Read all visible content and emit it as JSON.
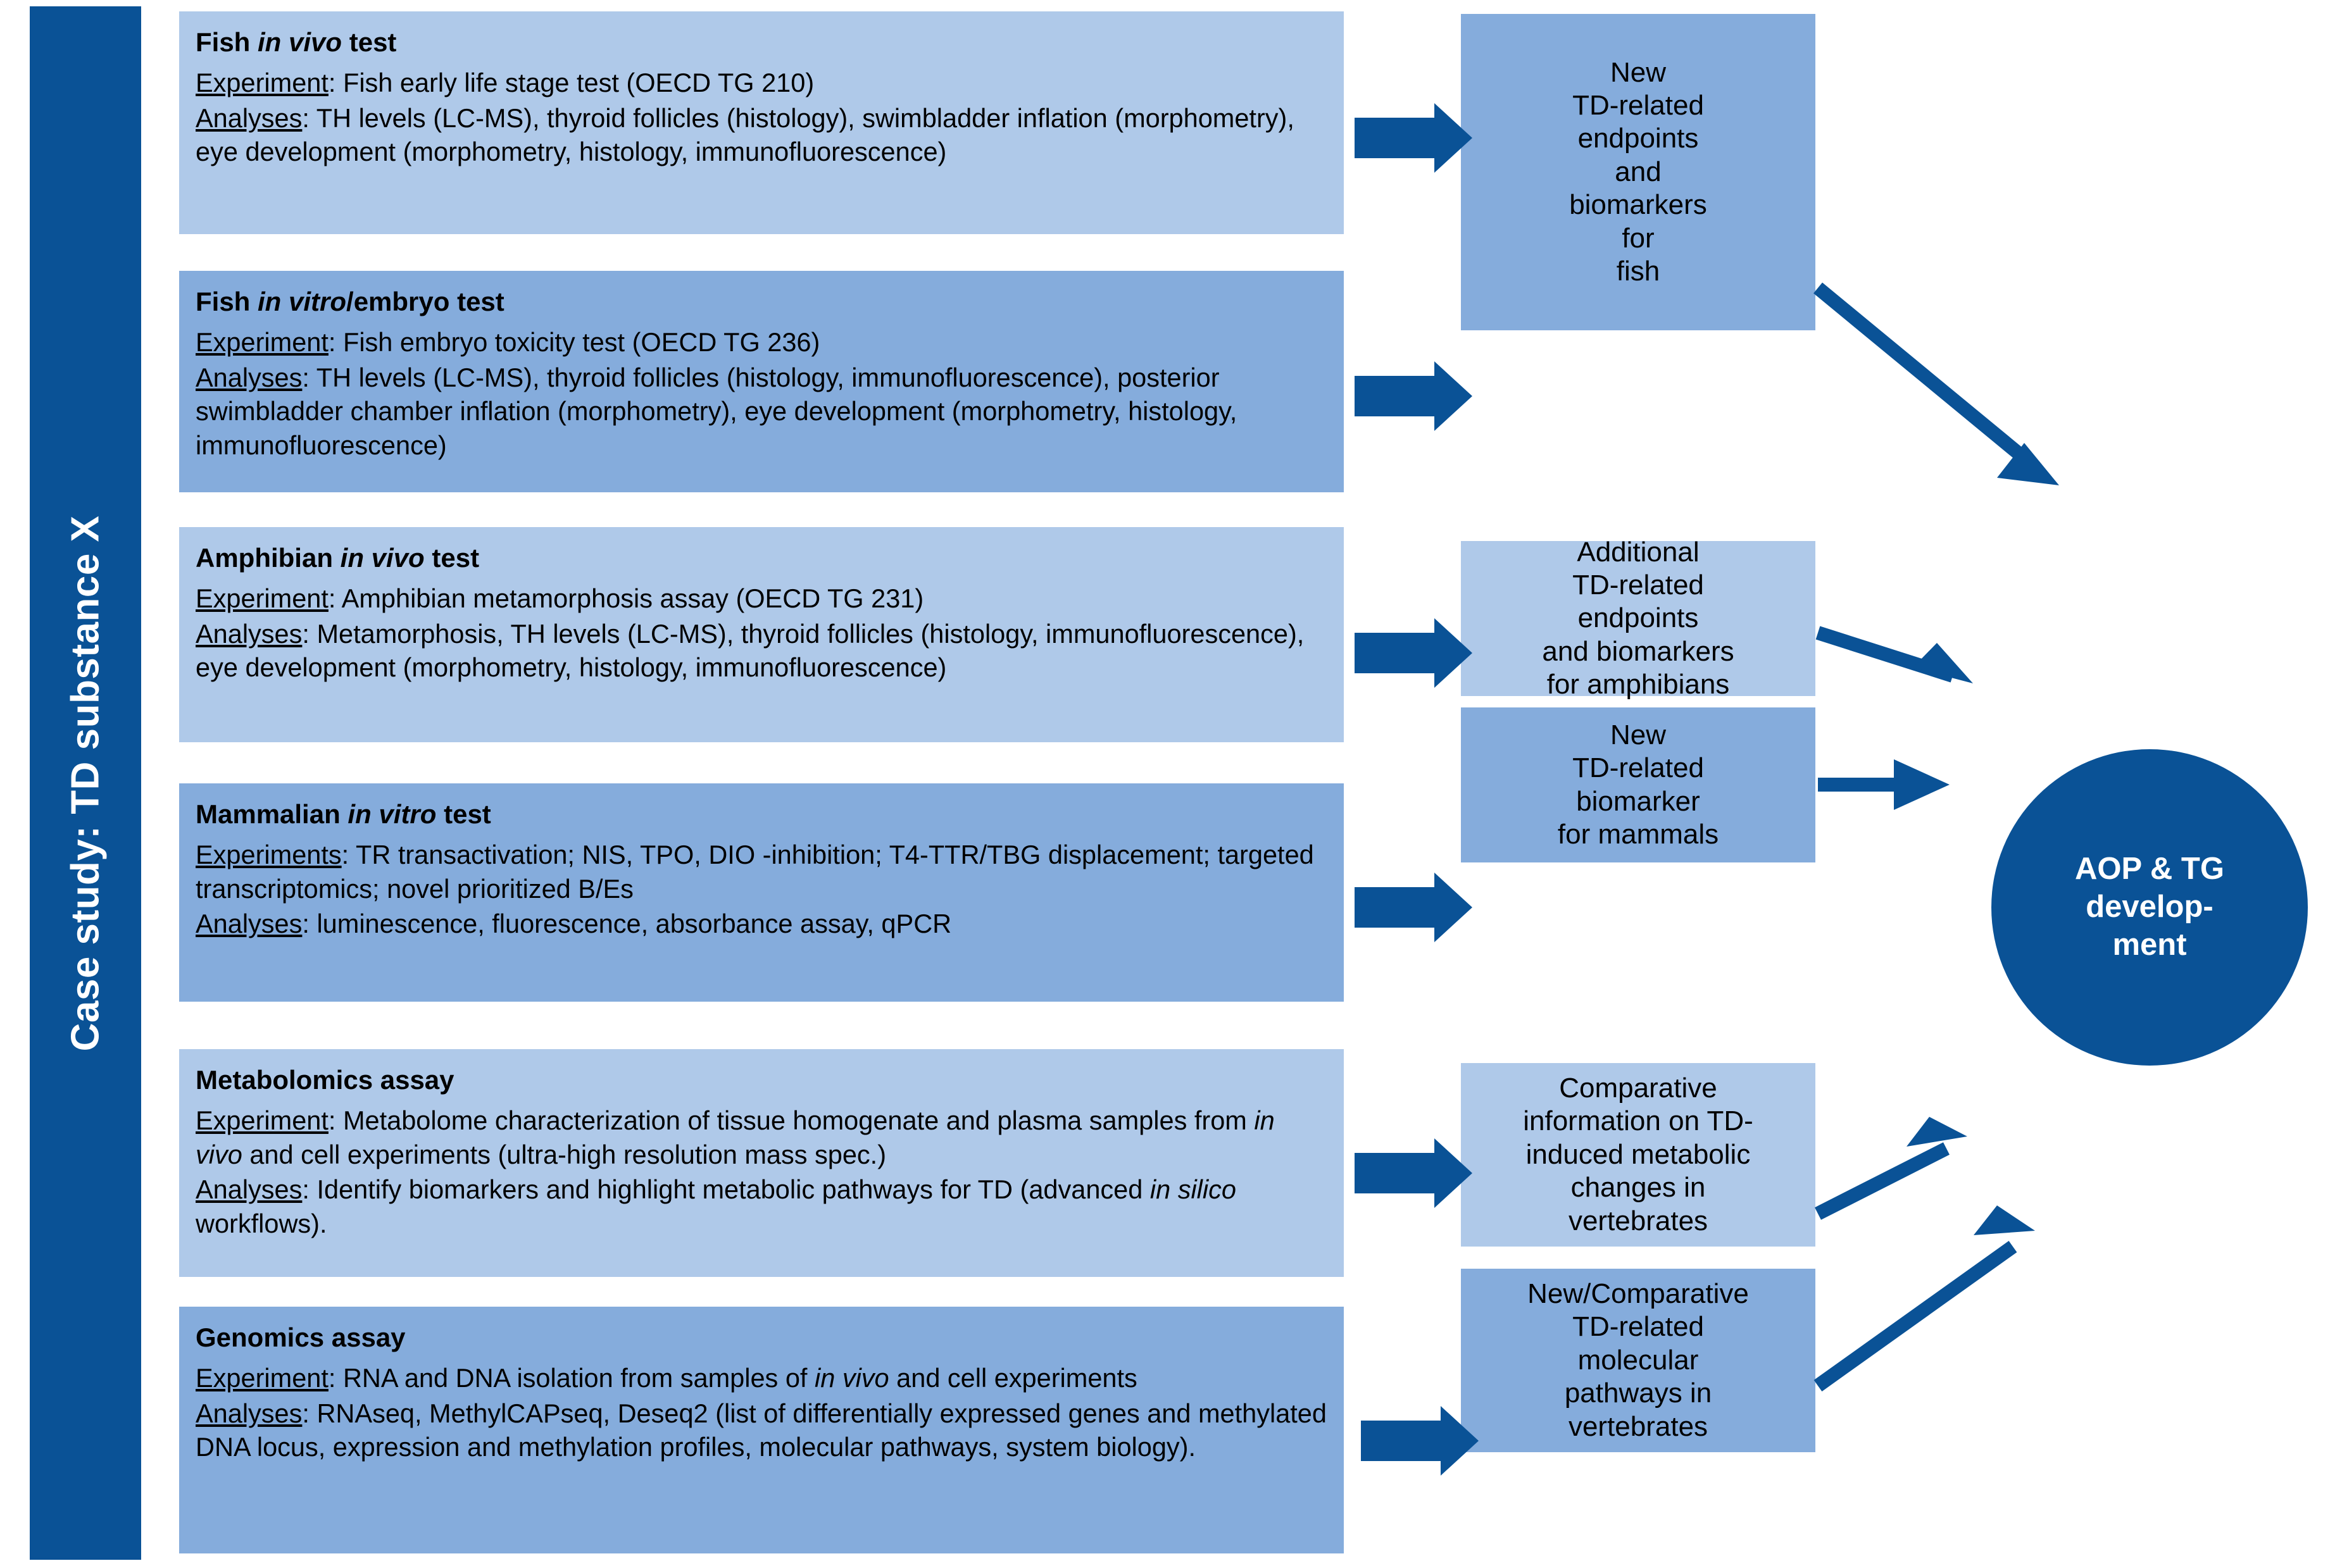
{
  "colors": {
    "brand_dark_blue": "#0A5296",
    "box_light_blue": "#AFC9E9",
    "box_mid_blue": "#85ACDC",
    "arrow_blue": "#0A5296",
    "text_dark": "#000000",
    "text_light": "#FFFFFF"
  },
  "sidebar": {
    "label": "Case study: TD substance X"
  },
  "assays": [
    {
      "title_pre": "Fish ",
      "title_italic": "in vivo",
      "title_post": " test",
      "experiment_label": "Experiment",
      "experiment_text": ": Fish early life stage test (OECD TG 210)",
      "analyses_label": "Analyses",
      "analyses_text": ": TH levels (LC-MS), thyroid follicles (histology), swimbladder inflation (morphometry), eye development (morphometry, histology, immunofluorescence)",
      "shade": "light"
    },
    {
      "title_pre": "Fish ",
      "title_italic": "in vitro",
      "title_post": "/embryo test",
      "experiment_label": "Experiment",
      "experiment_text": ": Fish embryo toxicity test (OECD TG 236)",
      "analyses_label": "Analyses",
      "analyses_text": ": TH levels (LC-MS), thyroid follicles (histology, immunofluorescence), posterior swimbladder chamber inflation (morphometry), eye development (morphometry, histology, immunofluorescence)",
      "shade": "mid"
    },
    {
      "title_pre": "Amphibian ",
      "title_italic": "in vivo",
      "title_post": " test",
      "experiment_label": "Experiment",
      "experiment_text": ": Amphibian metamorphosis assay (OECD TG 231)",
      "analyses_label": "Analyses",
      "analyses_text": ": Metamorphosis, TH levels (LC-MS), thyroid follicles (histology, immunofluorescence), eye development (morphometry, histology, immunofluorescence)",
      "shade": "light"
    },
    {
      "title_pre": "Mammalian ",
      "title_italic": "in vitro",
      "title_post": " test",
      "experiment_label": "Experiments",
      "experiment_text": ": TR transactivation; NIS, TPO, DIO -inhibition; T4-TTR/TBG displacement; targeted transcriptomics; novel prioritized B/Es",
      "analyses_label": "Analyses",
      "analyses_text": ": luminescence, fluorescence, absorbance assay, qPCR",
      "shade": "mid"
    },
    {
      "title_pre": "Metabolomics assay",
      "title_italic": "",
      "title_post": "",
      "experiment_label": "Experiment",
      "experiment_text": ": Metabolome characterization of tissue homogenate and plasma samples from in vivo and cell experiments (ultra-high resolution mass spec.)",
      "analyses_label": "Analyses",
      "analyses_text": ": Identify biomarkers and highlight metabolic pathways for TD (advanced in silico workflows).",
      "shade": "light"
    },
    {
      "title_pre": "Genomics assay",
      "title_italic": "",
      "title_post": "",
      "experiment_label": "Experiment",
      "experiment_text": ": RNA and DNA isolation from samples of in vivo and cell experiments",
      "analyses_label": "Analyses",
      "analyses_text": ": RNAseq, MethylCAPseq, Deseq2 (list of differentially expressed genes and methylated DNA locus, expression and methylation profiles, molecular pathways, system biology).",
      "shade": "mid"
    }
  ],
  "outcomes": [
    {
      "text": "New\nTD-related\nendpoints\nand\nbiomarkers\nfor\nfish",
      "shade": "mid"
    },
    {
      "text": "Additional\nTD-related\nendpoints\nand biomarkers\nfor amphibians",
      "shade": "light"
    },
    {
      "text": "New\nTD-related\nbiomarker\nfor mammals",
      "shade": "mid"
    },
    {
      "text": "Comparative\ninformation on TD-\ninduced metabolic\nchanges in\nvertebrates",
      "shade": "light"
    },
    {
      "text": "New/Comparative\nTD-related\nmolecular\npathways in\nvertebrates",
      "shade": "mid"
    }
  ],
  "hub": {
    "text": "AOP & TG\ndevelop-\nment"
  }
}
